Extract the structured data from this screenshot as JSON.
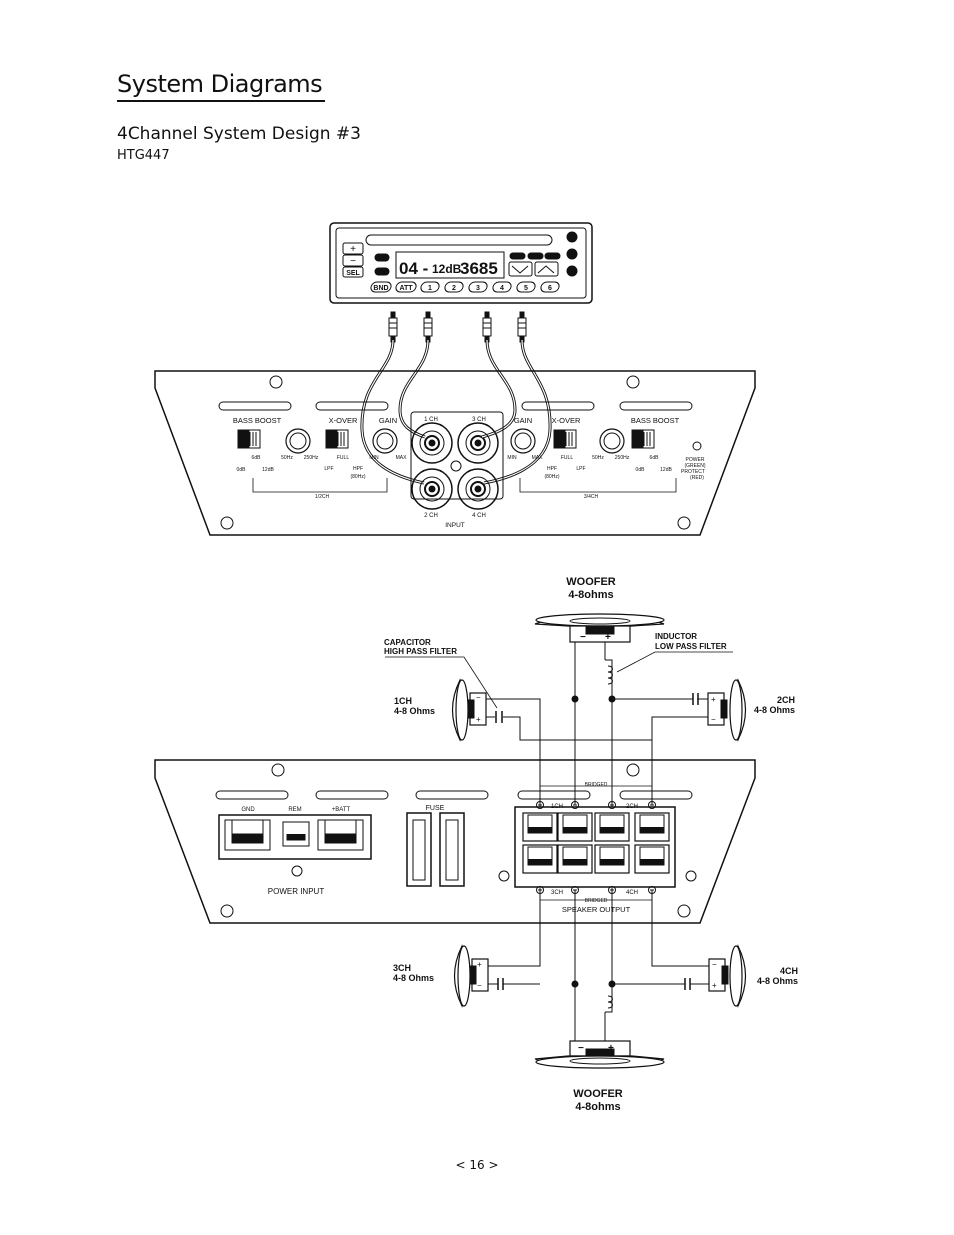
{
  "page": {
    "title": "System Diagrams",
    "subtitle": "4Channel System Design #3",
    "model": "HTG447",
    "page_number": "< 16 >"
  },
  "head_unit": {
    "display": "04 - 12dB 3685",
    "display_main": "04 -",
    "display_small": "12dB",
    "display_num": "3685",
    "buttons": [
      "BND",
      "ATT",
      "1",
      "2",
      "3",
      "4",
      "5",
      "6"
    ],
    "plus": "+",
    "minus": "−",
    "sel": "SEL"
  },
  "amp_top": {
    "left_bass_boost": "BASS BOOST",
    "left_xover": "X-OVER",
    "left_gain": "GAIN",
    "right_gain": "GAIN",
    "right_xover": "X-OVER",
    "right_bass_boost": "BASS BOOST",
    "ch1": "1 CH",
    "ch2": "2 CH",
    "ch3": "3 CH",
    "ch4": "4 CH",
    "input": "INPUT",
    "db6": "6dB",
    "db0": "0dB",
    "db12": "12dB",
    "hz50": "50Hz",
    "hz250": "250Hz",
    "full": "FULL",
    "lpf": "LPF",
    "hpf": "HPF",
    "hpf_freq": "(80Hz)",
    "min": "MIN",
    "max": "MAX",
    "group_left": "1/2CH",
    "group_right": "3/4CH",
    "power": "POWER",
    "green": "(GREEN)",
    "protect": "PROTECT",
    "red": "(RED)"
  },
  "amp_bottom": {
    "gnd": "GND",
    "rem": "REM",
    "batt": "+BATT",
    "fuse": "FUSE",
    "power_input": "POWER INPUT",
    "bridged_top": "BRIDGED",
    "bridged_bottom": "BRIDGED",
    "ch1": "1CH",
    "ch2": "2CH",
    "ch3": "3CH",
    "ch4": "4CH",
    "speaker_output": "SPEAKER OUTPUT"
  },
  "speakers": {
    "woofer_top_label": "WOOFER",
    "woofer_top_ohms": "4-8ohms",
    "woofer_bottom_label": "WOOFER",
    "woofer_bottom_ohms": "4-8ohms",
    "ch1_label": "1CH",
    "ch1_ohms": "4-8 Ohms",
    "ch2_label": "2CH",
    "ch2_ohms": "4-8 Ohms",
    "ch3_label": "3CH",
    "ch3_ohms": "4-8 Ohms",
    "ch4_label": "4CH",
    "ch4_ohms": "4-8 Ohms",
    "capacitor_1": "CAPACITOR",
    "capacitor_2": "HIGH PASS FILTER",
    "inductor_1": "INDUCTOR",
    "inductor_2": "LOW PASS FILTER"
  }
}
